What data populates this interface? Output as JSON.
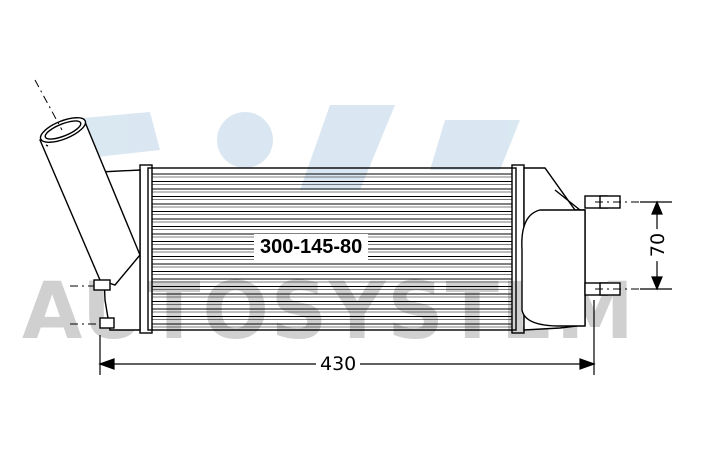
{
  "watermark": {
    "text": "AUTOSYSTEM"
  },
  "part": {
    "label": "300-145-80"
  },
  "dimensions": {
    "width": "430",
    "height": "70"
  },
  "colors": {
    "line": "#000000",
    "watermark": "#c8c8c8",
    "logo_blue": "#cfe0ee",
    "background": "#ffffff"
  }
}
